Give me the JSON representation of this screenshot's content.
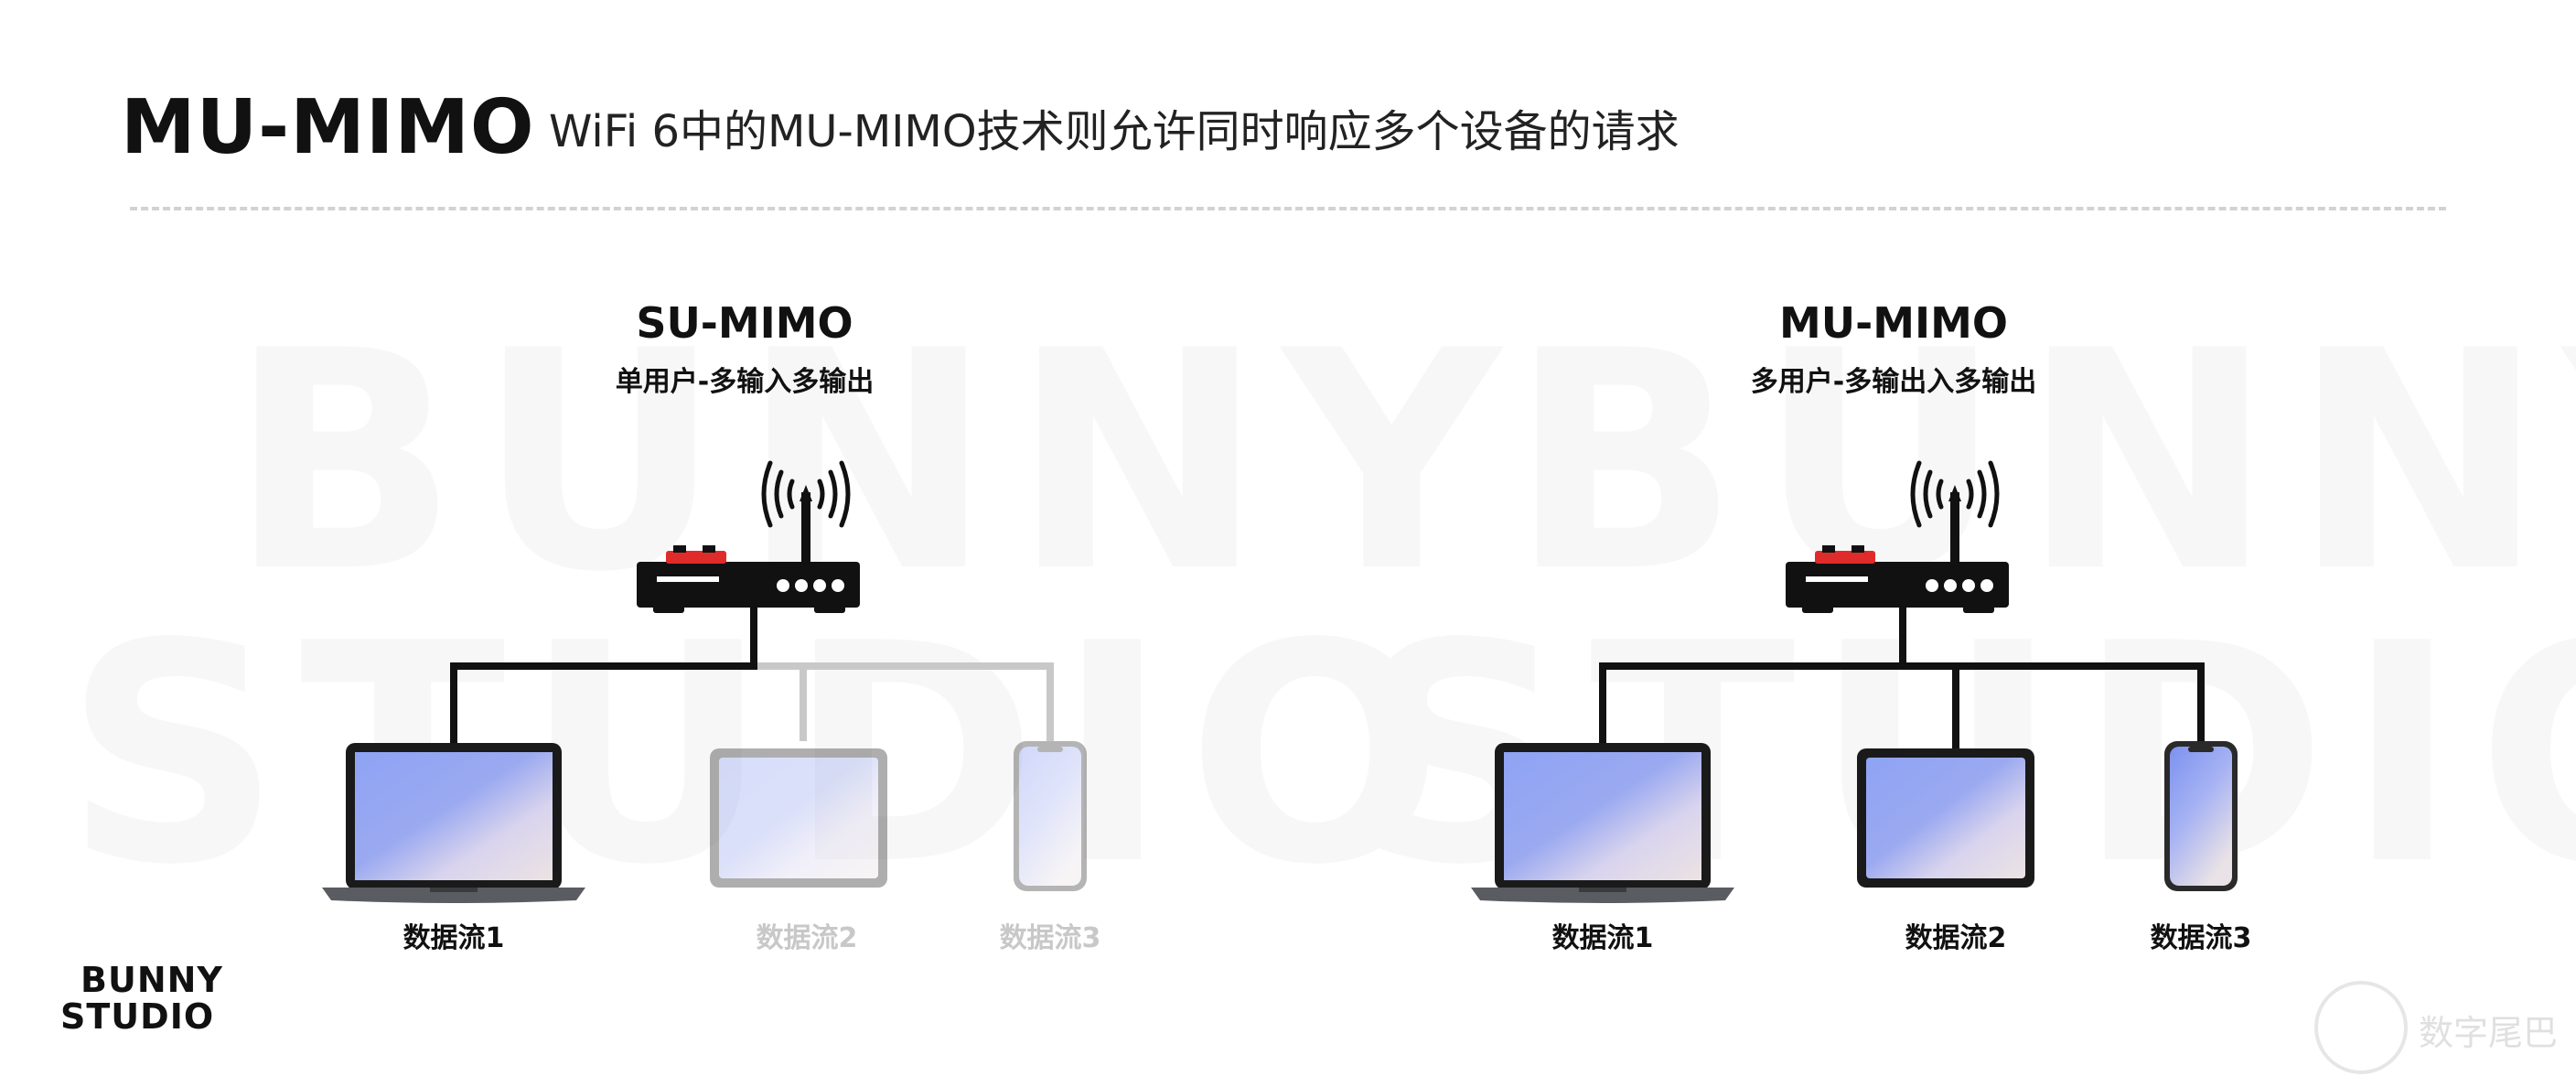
{
  "header": {
    "title": "MU-MIMO",
    "subtitle": "WiFi 6中的MU-MIMO技术则允许同时响应多个设备的请求"
  },
  "watermark": {
    "line1": "BUNNY",
    "line2": "STUDIO"
  },
  "panels": [
    {
      "title": "SU-MIMO",
      "subtitle": "单用户-多输入多输出",
      "devices": [
        {
          "label": "数据流1",
          "active": true
        },
        {
          "label": "数据流2",
          "active": false
        },
        {
          "label": "数据流3",
          "active": false
        }
      ]
    },
    {
      "title": "MU-MIMO",
      "subtitle": "多用户-多输出入多输出",
      "devices": [
        {
          "label": "数据流1",
          "active": true
        },
        {
          "label": "数据流2",
          "active": true
        },
        {
          "label": "数据流3",
          "active": true
        }
      ]
    }
  ],
  "logo": {
    "line1": "BUNNY",
    "line2": "STUDIO"
  },
  "footer": {
    "text": "数字尾巴"
  },
  "colors": {
    "active_line": "#111111",
    "inactive_line": "#c8c8c8",
    "router_accent": "#e02b2b",
    "screen_blue": "#8ea2f2"
  }
}
